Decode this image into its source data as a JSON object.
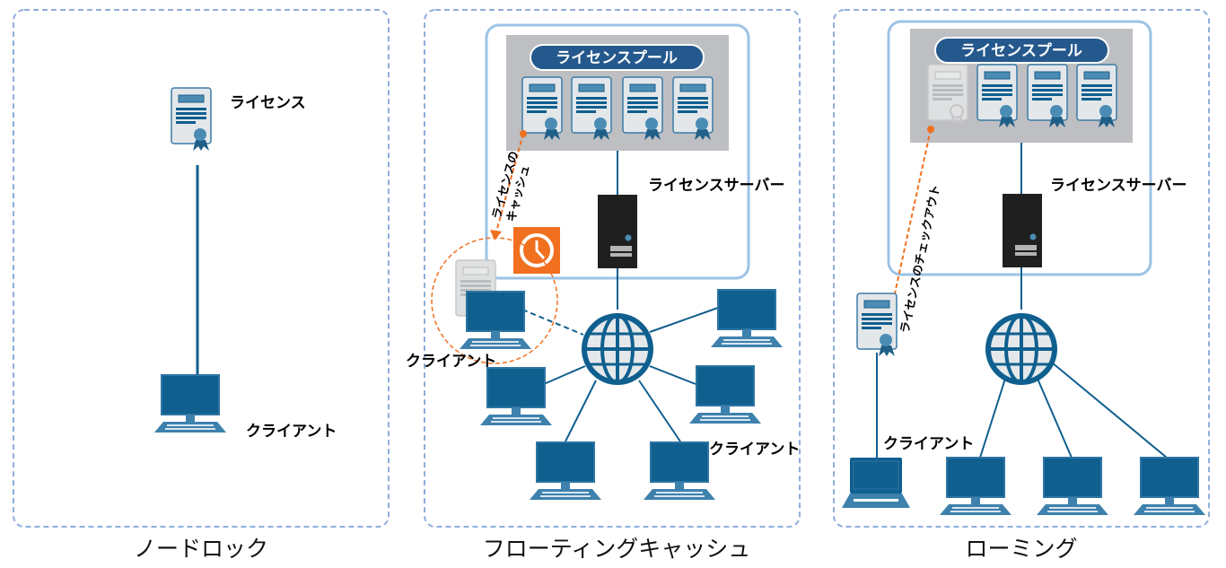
{
  "colors": {
    "primary": "#0f5f8f",
    "accent": "#4c8bb0",
    "orange": "#f07020",
    "panel_border": "#8faedb",
    "server_box": "#9cc3e6",
    "pool_bg": "#bdbfc2",
    "pool_pill": "#25598d"
  },
  "panels": [
    {
      "caption": "ノードロック",
      "labels": {
        "license": "ライセンス",
        "client": "クライアント"
      }
    },
    {
      "caption": "フローティングキャッシュ",
      "labels": {
        "pool": "ライセンスプール",
        "server": "ライセンスサーバー",
        "cache_line1": "ライセンスの",
        "cache_line2": "キャッシュ",
        "client_left": "クライアント",
        "client_right": "クライアント"
      },
      "icons": [
        "license-icon",
        "server-icon",
        "globe-icon",
        "clock-icon",
        "monitor-icon"
      ]
    },
    {
      "caption": "ローミング",
      "labels": {
        "pool": "ライセンスプール",
        "server": "ライセンスサーバー",
        "checkout": "ライセンスのチェックアウト",
        "client": "クライアント"
      },
      "icons": [
        "license-icon",
        "server-icon",
        "globe-icon",
        "laptop-icon",
        "monitor-icon"
      ]
    }
  ]
}
